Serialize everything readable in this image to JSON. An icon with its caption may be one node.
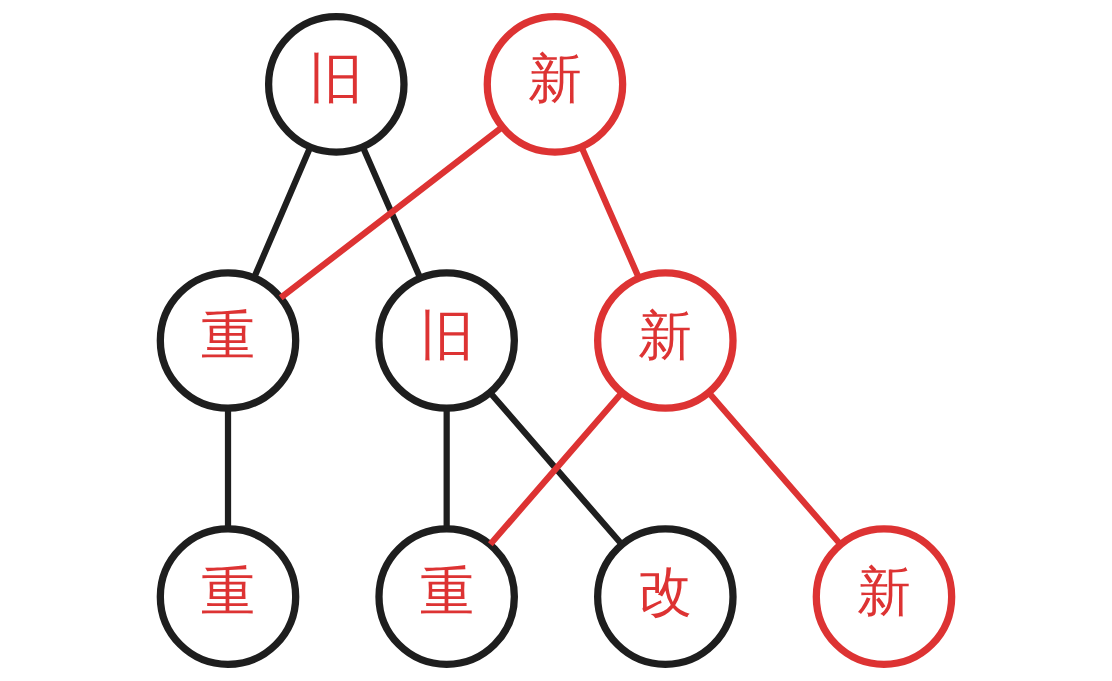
{
  "diagram": {
    "nodes": [
      {
        "text": [
          "旧"
        ]
      },
      {
        "text": [
          "新"
        ]
      },
      {
        "text": [
          "重"
        ]
      },
      {
        "text": [
          "旧"
        ]
      },
      {
        "text": [
          "新"
        ]
      },
      {
        "text": [
          "重"
        ]
      },
      {
        "text": [
          "重"
        ]
      },
      {
        "text": [
          "改"
        ]
      },
      {
        "text": [
          "新"
        ]
      }
    ],
    "edges": [
      {
        "from": 0,
        "to": 2,
        "arrow": "none"
      },
      {
        "from": 0,
        "to": 3,
        "arrow": "none"
      },
      {
        "from": 1,
        "to": 2,
        "arrow": "none",
        "color": "#dd3333"
      },
      {
        "from": 1,
        "to": 4,
        "arrow": "none",
        "color": "#dd3333"
      },
      {
        "from": 2,
        "to": 5,
        "arrow": "none"
      },
      {
        "from": 3,
        "to": 6,
        "arrow": "none"
      },
      {
        "from": 3,
        "to": 7,
        "arrow": "none"
      },
      {
        "from": 4,
        "to": 6,
        "arrow": "none",
        "color": "#dd3333"
      },
      {
        "from": 4,
        "to": 8,
        "arrow": "none",
        "color": "#dd3333"
      }
    ]
  }
}
